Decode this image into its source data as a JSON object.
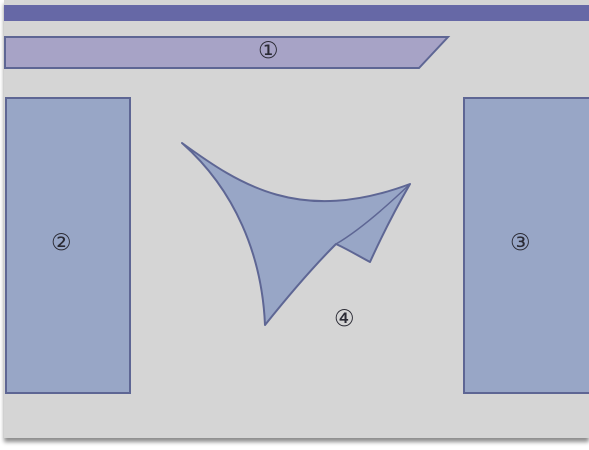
{
  "labels": {
    "region_1": "①",
    "region_2": "②",
    "region_3": "③",
    "region_4": "④"
  },
  "colors": {
    "background": "#d5d5d5",
    "top_stripe": "#6668a6",
    "banner_fill": "#a7a3c6",
    "panel_fill": "#98a6c6",
    "outline": "#5e6694",
    "text": "#2b2b35"
  }
}
